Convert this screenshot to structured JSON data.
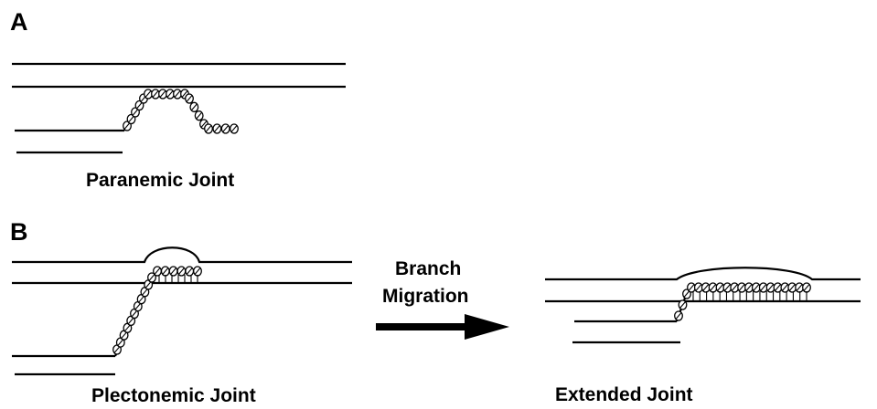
{
  "panels": {
    "a": {
      "letter": "A",
      "caption": "Paranemic Joint"
    },
    "b": {
      "letter": "B",
      "caption": "Plectonemic Joint"
    }
  },
  "transition": {
    "line1": "Branch",
    "line2": "Migration"
  },
  "result": {
    "caption": "Extended Joint"
  },
  "colors": {
    "ink": "#000000",
    "background": "#ffffff"
  }
}
